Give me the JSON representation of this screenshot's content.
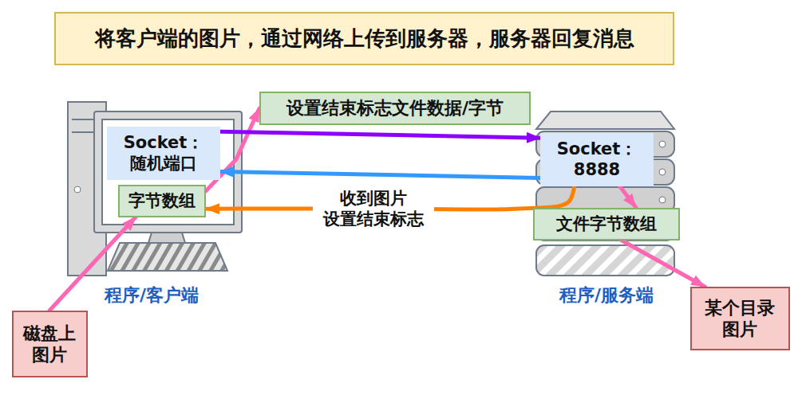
{
  "diagram": {
    "title": "将客户端的图片，通过网络上传到服务器，服务器回复消息",
    "nodes": [
      {
        "text": [
          "设置结束标志文件数据/字节"
        ]
      },
      {
        "text": [
          "Socket： 随机端口"
        ]
      },
      {
        "text": [
          "字节数组"
        ]
      },
      {
        "text": [
          "Socket： 8888"
        ]
      },
      {
        "text": [
          "文件字节数组"
        ]
      },
      {
        "text": [
          "磁盘上 图片"
        ]
      },
      {
        "text": [
          "某个目录 图片"
        ]
      }
    ],
    "edges": [
      {
        "from": 5,
        "to": 2,
        "arrow": "to"
      },
      {
        "from": 2,
        "to": 0,
        "arrow": "to"
      },
      {
        "from": 1,
        "to": 3,
        "arrow": "to"
      },
      {
        "from": 3,
        "to": 1,
        "arrow": "to"
      },
      {
        "from": 3,
        "to": 2,
        "label": "收到图片 设置结束标志",
        "arrow": "to"
      },
      {
        "from": 3,
        "to": 4,
        "arrow": "to"
      },
      {
        "from": 4,
        "to": 6,
        "arrow": "to"
      }
    ],
    "labels": [
      "程序/客户端",
      "程序/服务端"
    ]
  }
}
